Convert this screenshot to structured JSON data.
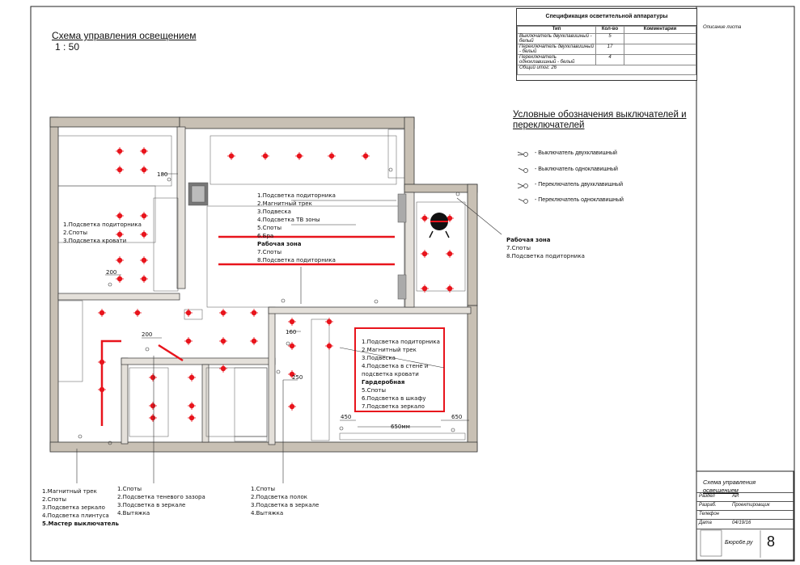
{
  "drawing": {
    "title": "Схема управления освещением",
    "scale": "1 : 50",
    "sheet_note": "Описание листа"
  },
  "spec": {
    "title": "Спецификация осветительной аппаратуры",
    "headers": [
      "Тип",
      "Кол-во",
      "Комментарии"
    ],
    "rows": [
      {
        "type": "Выключатель двухклавишный - белый",
        "qty": "5",
        "comment": ""
      },
      {
        "type": "Переключатель двухклавишный - белый",
        "qty": "17",
        "comment": ""
      },
      {
        "type": "Переключатель одноклавишный - белый",
        "qty": "4",
        "comment": ""
      }
    ],
    "total": "Общий итог: 26"
  },
  "legend": {
    "title_line1": "Условные обозначения выключателей и",
    "title_line2": "переключателей",
    "items": [
      {
        "icon": "switch-double-icon",
        "label": "- Выключатель двухклавишный"
      },
      {
        "icon": "switch-single-icon",
        "label": "- Выключатель одноклавишный"
      },
      {
        "icon": "toggle-double-icon",
        "label": "- Переключатель двухклавишный"
      },
      {
        "icon": "toggle-single-icon",
        "label": "- Переключатель одноклавишный"
      }
    ]
  },
  "notes": {
    "bedroom": [
      "1.Подсветка подиторника",
      "2.Споты",
      "3.Подсветка кровати"
    ],
    "living": [
      "1.Подсветка подиторника",
      "2.Магнитный трек",
      "3.Подвеска",
      "4.Подсветка ТВ зоны",
      "5.Споты",
      "6.Бра"
    ],
    "living_work_title": "Рабочая зона",
    "living_work": [
      "7.Споты",
      "8.Подсветка подиторника"
    ],
    "kitchen_title": "Рабочая зона",
    "kitchen": [
      "7.Споты",
      "8.Подсветка подиторника"
    ],
    "master": [
      "1.Подсветка подиторника",
      "2.Магнитный трек",
      "3.Подвеска",
      "4.Подсветка в стене и",
      "подсветка кровати"
    ],
    "wardrobe_title": "Гардеробная",
    "wardrobe": [
      "5.Споты",
      "6.Подсветка в шкафу",
      "7.Подсветка зеркало"
    ],
    "hall": [
      "1.Магнитный трек",
      "2.Споты",
      "3.Подсветка зеркало",
      "4.Подсветка плинтуса"
    ],
    "hall_master": "5.Мастер выключатель",
    "bath1": [
      "1.Споты",
      "2.Подсветка теневого зазора",
      "3.Подсветка в зеркале",
      "4.Вытяжка"
    ],
    "bath2": [
      "1.Споты",
      "2.Подсветка полок",
      "3.Подсветка в зеркале",
      "4.Вытяжка"
    ]
  },
  "dims": {
    "d180": "180",
    "d200a": "200",
    "d200b": "200",
    "d160": "160",
    "d250": "250",
    "d450": "450",
    "d650mm": "650мм",
    "d650": "650"
  },
  "title_block": {
    "name_line1": "Схема управления",
    "name_line2": "освещением",
    "rows": [
      {
        "label": "Раздел",
        "value": "АИ"
      },
      {
        "label": "Разраб.",
        "value": "Проектировщик"
      },
      {
        "label": "Телефон",
        "value": ""
      },
      {
        "label": "Дата",
        "value": "04/19/16"
      }
    ],
    "company": "Бюро6е.ру",
    "sheet_no": "8"
  },
  "colors": {
    "light": "#e8141c",
    "wall": "#c8c0b4",
    "track": "#e8141c"
  }
}
